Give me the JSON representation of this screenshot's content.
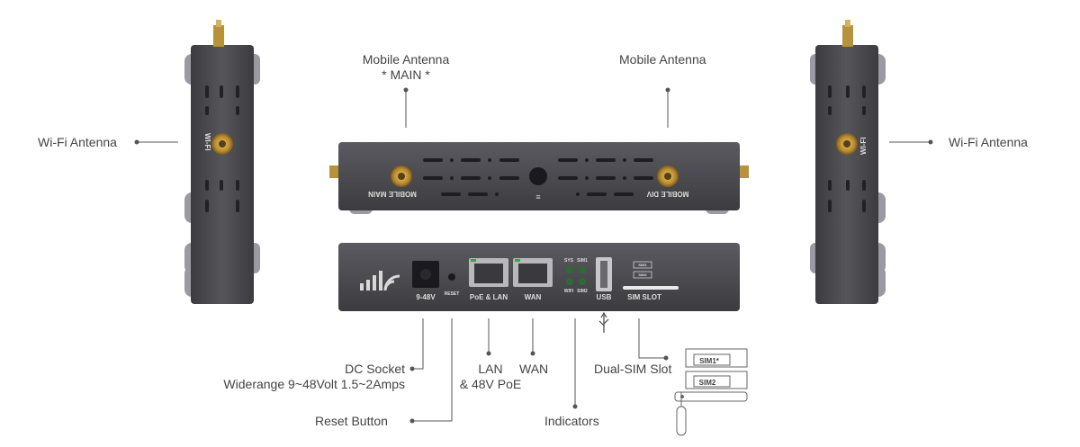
{
  "callouts": {
    "wifi_left": "Wi-Fi Antenna",
    "wifi_right": "Wi-Fi Antenna",
    "mobile_main_line1": "Mobile Antenna",
    "mobile_main_line2": "* MAIN *",
    "mobile_div": "Mobile Antenna",
    "dc_socket_line1": "DC Socket",
    "dc_socket_line2": "Widerange 9~48Volt 1.5~2Amps",
    "reset": "Reset Button",
    "lan_line1": "LAN",
    "lan_line2": "& 48V PoE",
    "wan": "WAN",
    "indicators": "Indicators",
    "dual_sim": "Dual-SIM Slot"
  },
  "device_text": {
    "wifi_side_left": "WI-FI",
    "wifi_side_right": "WI-FI",
    "mobile_main": "MOBILE MAIN",
    "mobile_div": "MOBILE DIV",
    "port_dc": "9-48V",
    "port_reset": "RESET",
    "port_lan": "PoE & LAN",
    "port_wan": "WAN",
    "port_usb": "USB",
    "port_sim": "SIM SLOT",
    "led_sys": "SYS",
    "led_sim1": "SIM1",
    "led_wifi": "WIFI",
    "led_sim2": "SIM2",
    "sim_tray_1": "SIM1",
    "sim_tray_2": "SIM2",
    "sim_card_1": "SIM1*",
    "sim_card_2": "SIM2"
  },
  "colors": {
    "device_body": "#4a4a4f",
    "device_dark": "#3a3a3e",
    "antenna_gold": "#c8a24a",
    "led_green": "#3aa04a",
    "text": "#444444"
  }
}
